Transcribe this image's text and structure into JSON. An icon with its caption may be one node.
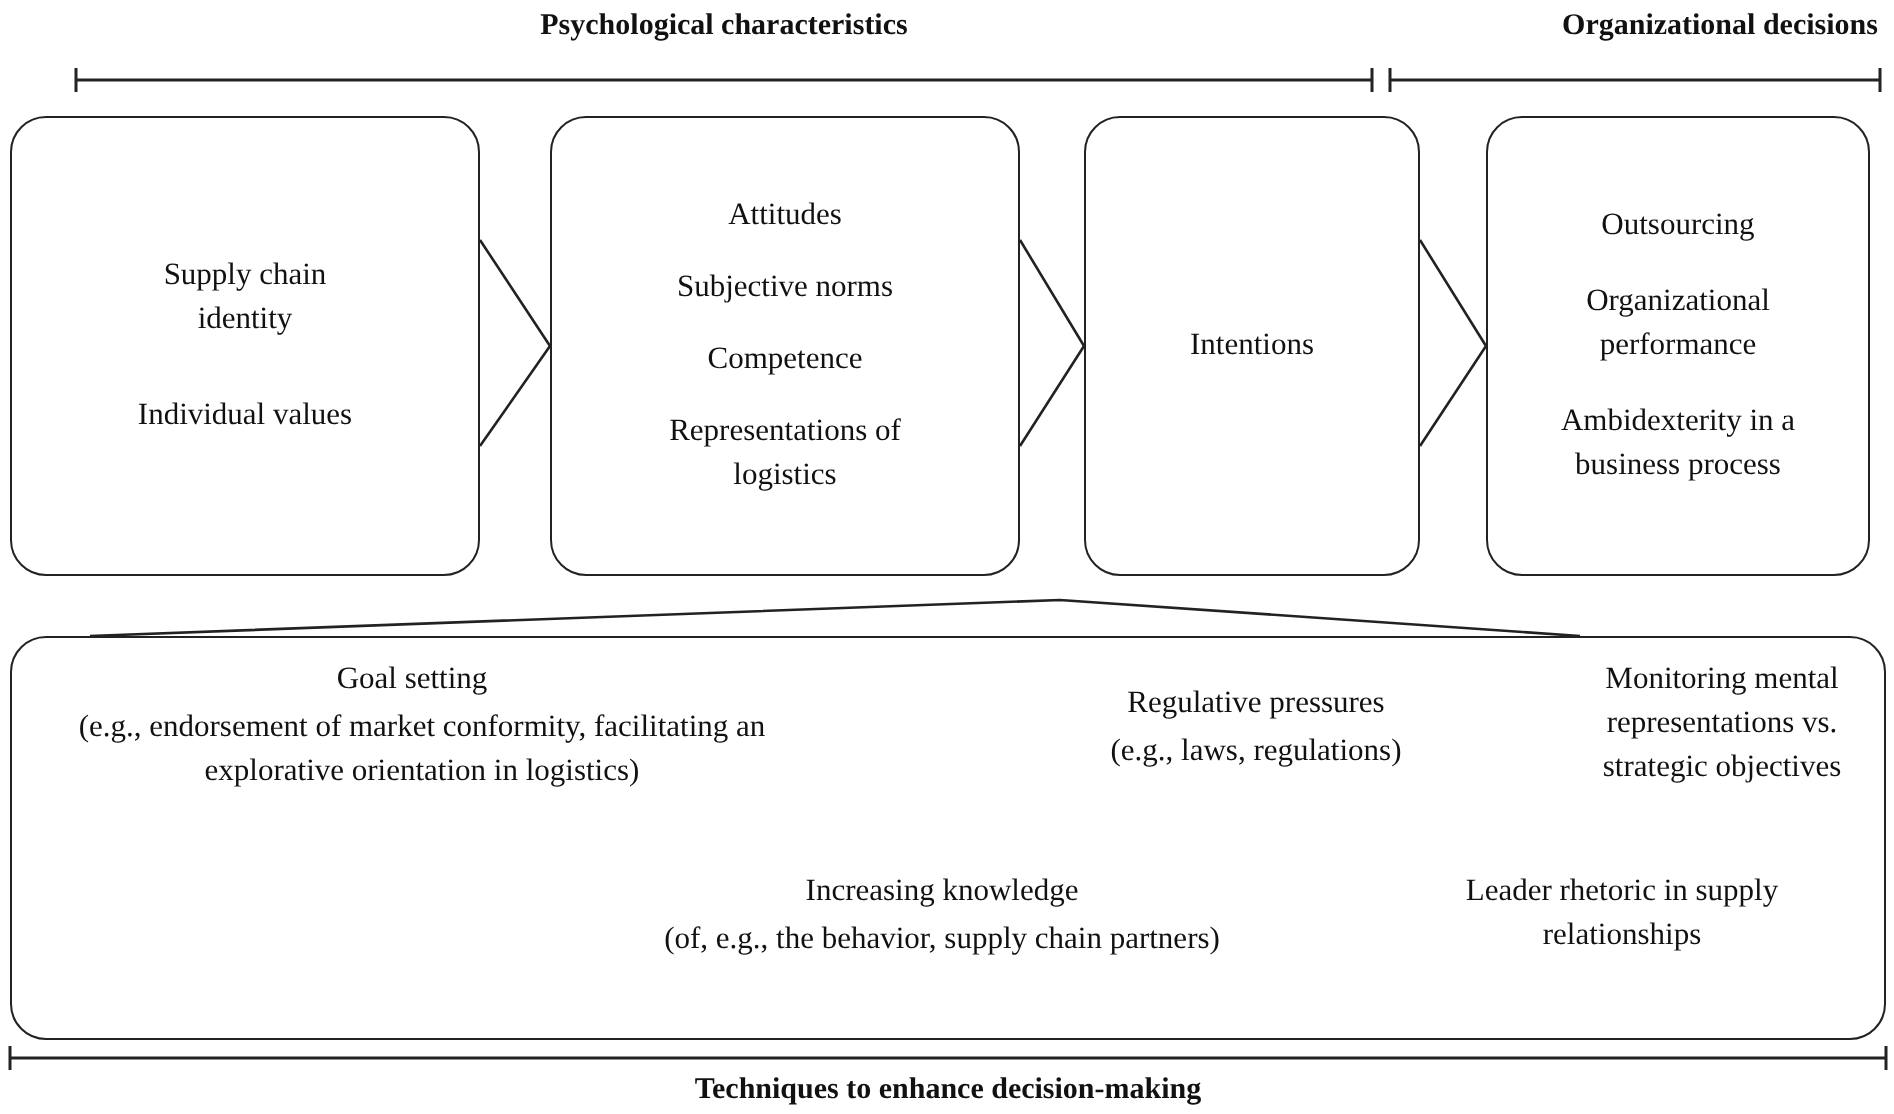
{
  "diagram": {
    "nodes": [
      {
        "text": [
          "Supply chain identity",
          "Individual values"
        ]
      },
      {
        "text": [
          "Attitudes",
          "Subjective norms",
          "Competence",
          "Representations of logistics"
        ]
      },
      {
        "text": [
          "Intentions"
        ]
      },
      {
        "text": [
          "Outsourcing",
          "Organizational performance",
          "Ambidexterity in a business process"
        ]
      },
      {
        "text": [
          "Goal setting",
          "(e.g., endorsement of market conformity, facilitating an explorative orientation in logistics)",
          "Regulative pressures",
          "(e.g., laws, regulations)",
          "Monitoring mental representations vs. strategic objectives",
          "Increasing knowledge",
          "(of, e.g., the behavior, supply chain partners)",
          "Leader rhetoric in supply relationships"
        ]
      }
    ],
    "edges": [
      {
        "from": 0,
        "to": 1,
        "arrow": "none"
      },
      {
        "from": 1,
        "to": 2,
        "arrow": "none"
      },
      {
        "from": 2,
        "to": 3,
        "arrow": "none"
      },
      {
        "from": null,
        "to": 4,
        "arrow": "none"
      }
    ],
    "labels": [
      "Psychological characteristics",
      "Organizational decisions",
      "Techniques to enhance decision-making"
    ]
  }
}
